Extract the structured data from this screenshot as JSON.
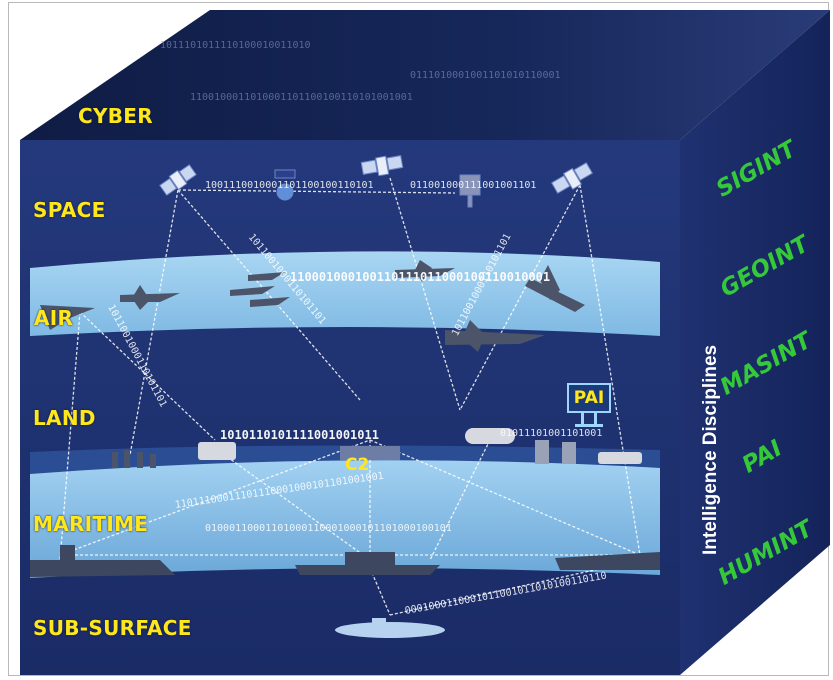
{
  "domains": {
    "cyber": "CYBER",
    "space": "SPACE",
    "air": "AIR",
    "land": "LAND",
    "maritime": "MARITIME",
    "subsurface": "SUB-SURFACE"
  },
  "disciplines_title": "Intelligence Disciplines",
  "disciplines": [
    "SIGINT",
    "GEOINT",
    "MASINT",
    "PAI",
    "HUMINT"
  ],
  "node_labels": {
    "pai": "PAI",
    "c2": "C2"
  },
  "binary": {
    "cyber_1": "1011101011110100010011010",
    "cyber_2": "0111010001001101010110001",
    "cyber_3": "1100100011010001101100100110101001001",
    "space_1": "1001110010001101100100110101",
    "space_2": "011001000111001001101",
    "air_1": "110001000100110111011000100110010001",
    "land_1": "1010110101111001001011",
    "land_2": "01011101001101001",
    "maritime_1": "11011100011101110001000101101001001",
    "maritime_2": "01000110001101000110001000101101000100101",
    "subsurface_1": "0001000110001011001011010100110110",
    "diag": "1011001000110101101"
  },
  "colors": {
    "cube_front": "#1c2f6e",
    "cube_top": "#15224f",
    "cube_side": "#1a2a60",
    "band_light": "#8cc4ea",
    "label_yellow": "#ffe71a",
    "discipline_green": "#35c93a"
  }
}
